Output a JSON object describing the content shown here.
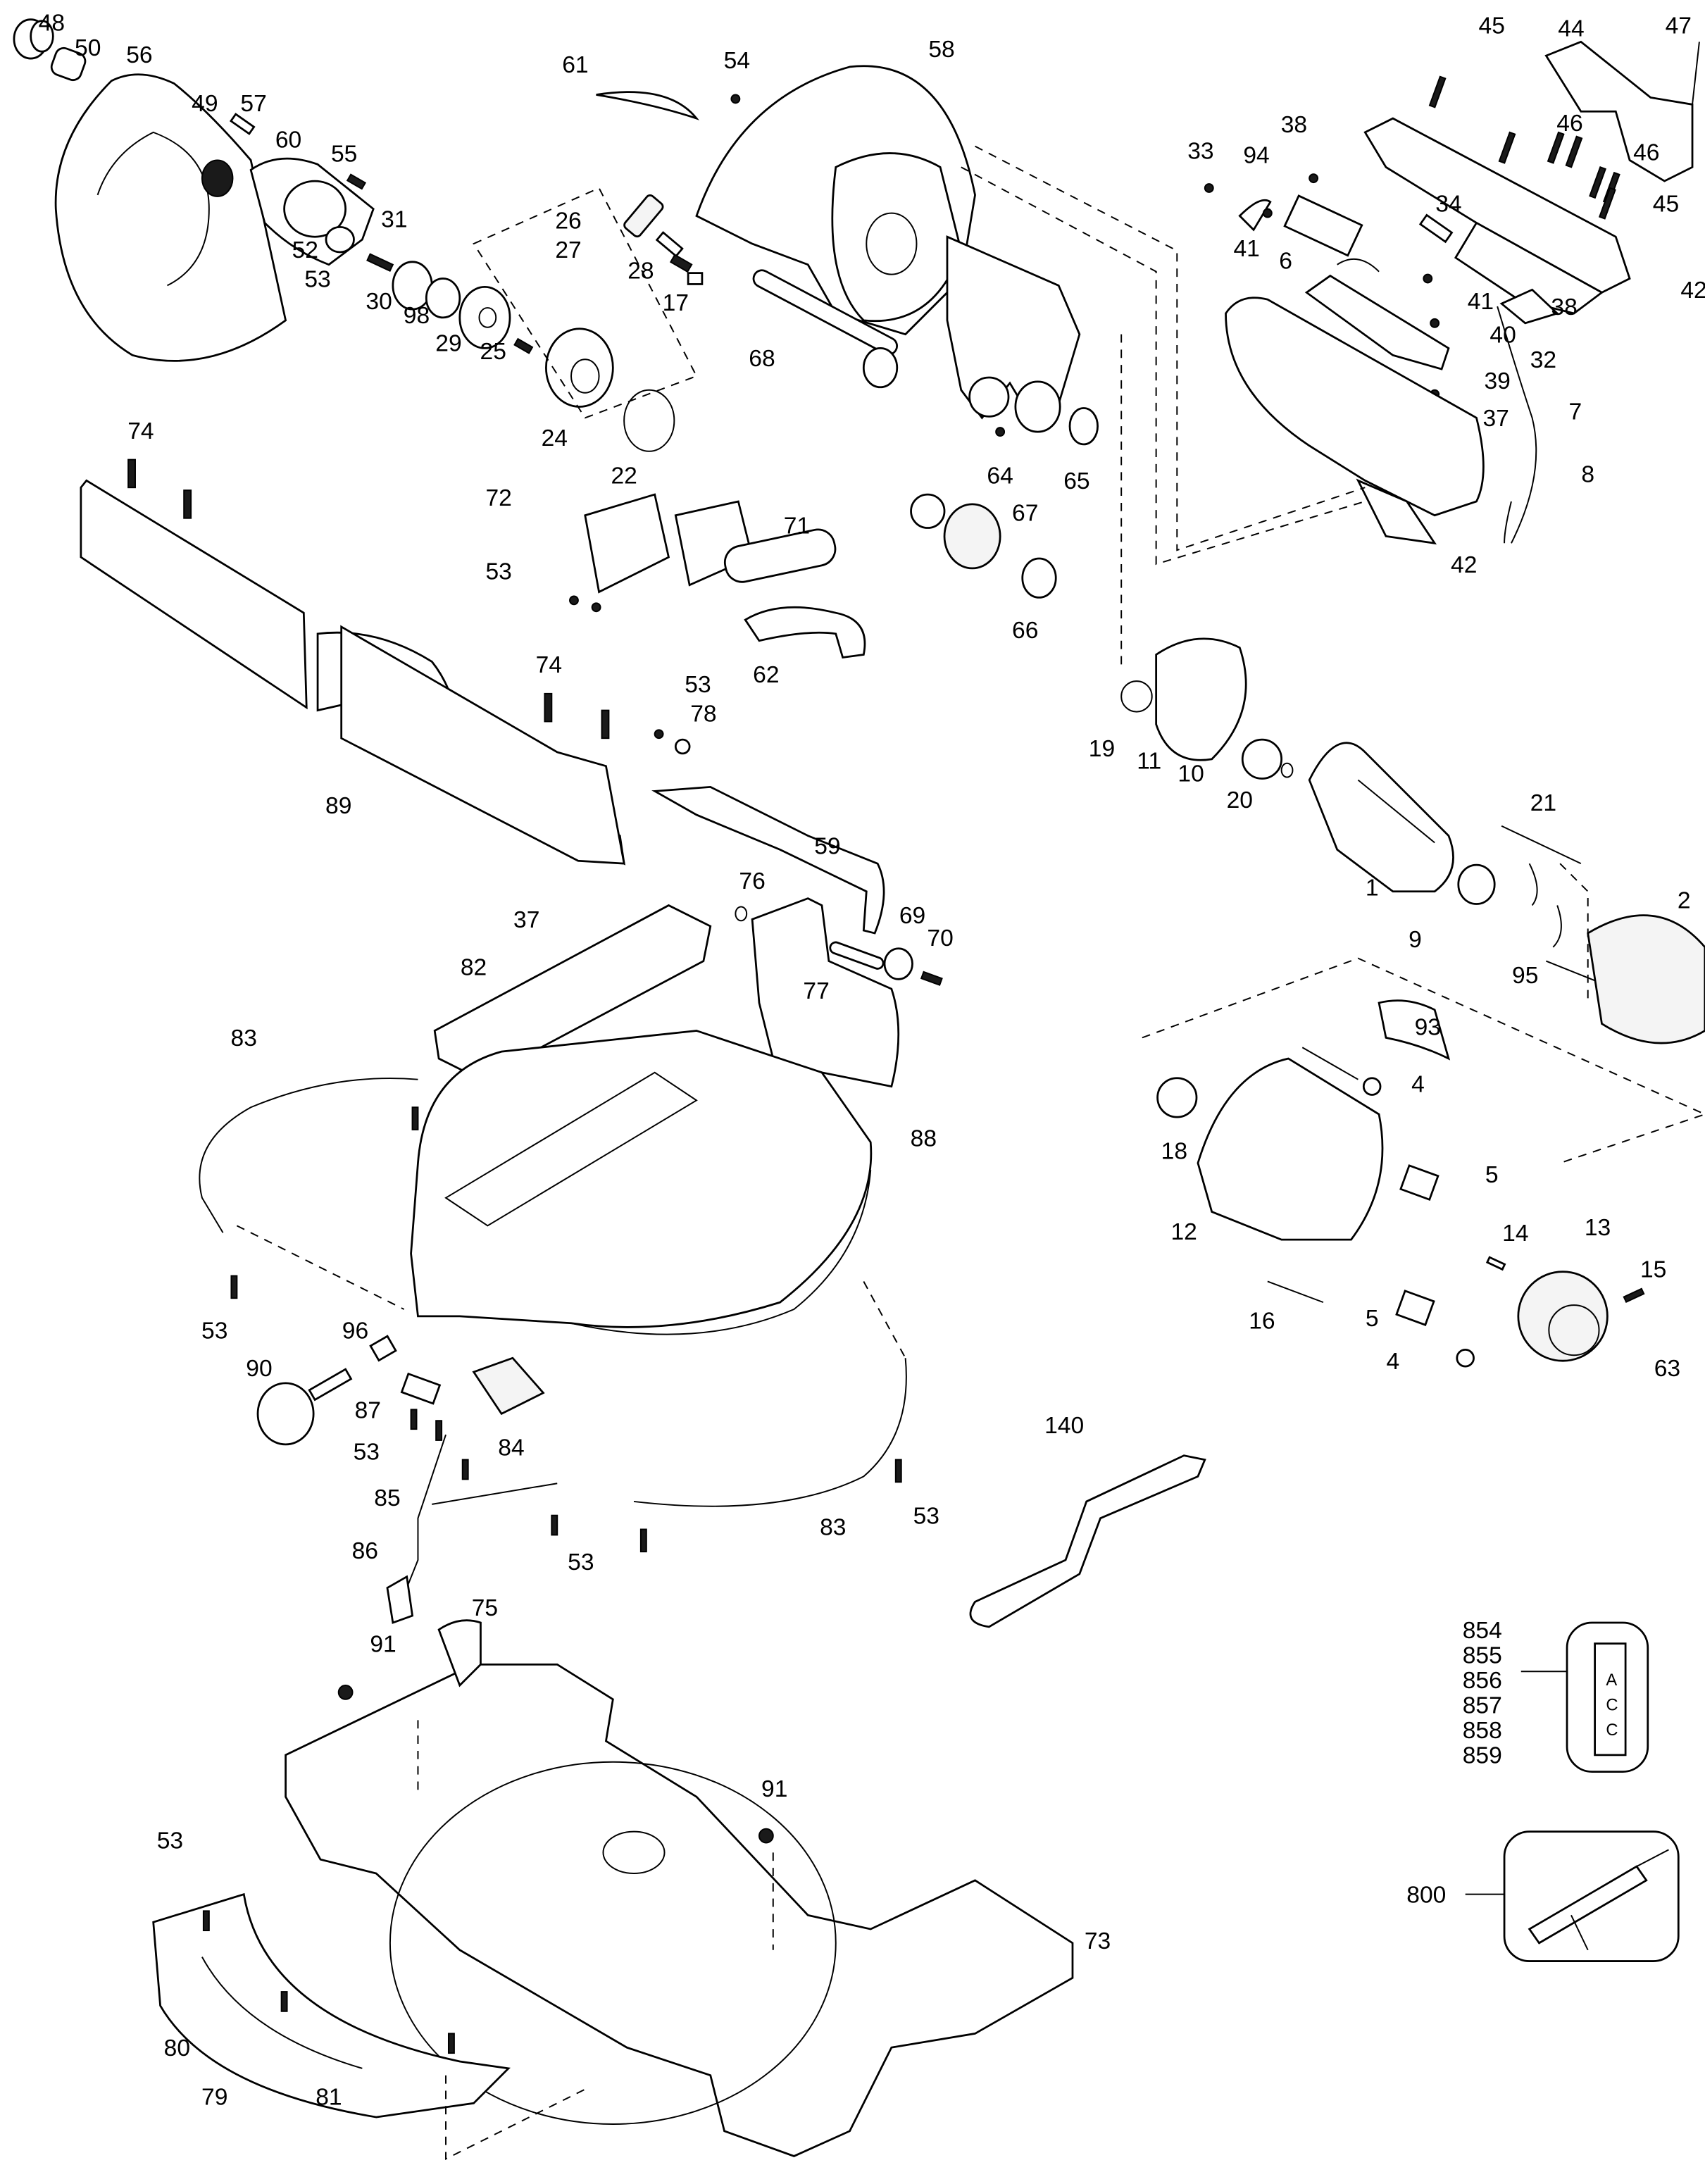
{
  "diagram": {
    "title": "Compound Miter Saw Exploded Parts Diagram",
    "type": "exploded-parts-view",
    "callouts": [
      {
        "id": "c48",
        "label": "48",
        "group": "lower-guard"
      },
      {
        "id": "c50",
        "label": "50",
        "group": "lower-guard"
      },
      {
        "id": "c56",
        "label": "56",
        "group": "lower-guard"
      },
      {
        "id": "c49",
        "label": "49",
        "group": "lower-guard"
      },
      {
        "id": "c57",
        "label": "57",
        "group": "lower-guard"
      },
      {
        "id": "c60",
        "label": "60",
        "group": "lower-guard"
      },
      {
        "id": "c55",
        "label": "55",
        "group": "lower-guard"
      },
      {
        "id": "c31",
        "label": "31",
        "group": "blade-clamp"
      },
      {
        "id": "c52",
        "label": "52",
        "group": "lower-guard"
      },
      {
        "id": "c53a",
        "label": "53",
        "group": "lower-guard"
      },
      {
        "id": "c30",
        "label": "30",
        "group": "blade-clamp"
      },
      {
        "id": "c98",
        "label": "98",
        "group": "blade-clamp"
      },
      {
        "id": "c29",
        "label": "29",
        "group": "blade-clamp"
      },
      {
        "id": "c25",
        "label": "25",
        "group": "gearbox"
      },
      {
        "id": "c24",
        "label": "24",
        "group": "gearbox"
      },
      {
        "id": "c22",
        "label": "22",
        "group": "gearbox"
      },
      {
        "id": "c61",
        "label": "61",
        "group": "upper-guard"
      },
      {
        "id": "c54",
        "label": "54",
        "group": "upper-guard"
      },
      {
        "id": "c58",
        "label": "58",
        "group": "upper-guard"
      },
      {
        "id": "c26",
        "label": "26",
        "group": "spindle-lock"
      },
      {
        "id": "c27",
        "label": "27",
        "group": "spindle-lock"
      },
      {
        "id": "c28",
        "label": "28",
        "group": "spindle-lock"
      },
      {
        "id": "c17",
        "label": "17",
        "group": "spindle-lock"
      },
      {
        "id": "c68",
        "label": "68",
        "group": "pivot"
      },
      {
        "id": "c64",
        "label": "64",
        "group": "pivot"
      },
      {
        "id": "c65",
        "label": "65",
        "group": "pivot"
      },
      {
        "id": "c67",
        "label": "67",
        "group": "pivot"
      },
      {
        "id": "c66",
        "label": "66",
        "group": "pivot"
      },
      {
        "id": "c71",
        "label": "71",
        "group": "dust"
      },
      {
        "id": "c62",
        "label": "62",
        "group": "dust"
      },
      {
        "id": "c72",
        "label": "72",
        "group": "dust"
      },
      {
        "id": "c53b",
        "label": "53",
        "group": "dust"
      },
      {
        "id": "c74a",
        "label": "74",
        "group": "fence"
      },
      {
        "id": "c74b",
        "label": "74",
        "group": "fence"
      },
      {
        "id": "c89",
        "label": "89",
        "group": "fence"
      },
      {
        "id": "c45a",
        "label": "45",
        "group": "handle"
      },
      {
        "id": "c44",
        "label": "44",
        "group": "handle"
      },
      {
        "id": "c47",
        "label": "47",
        "group": "handle"
      },
      {
        "id": "c46a",
        "label": "46",
        "group": "handle"
      },
      {
        "id": "c46b",
        "label": "46",
        "group": "handle"
      },
      {
        "id": "c45b",
        "label": "45",
        "group": "handle"
      },
      {
        "id": "c42a",
        "label": "42",
        "group": "handle"
      },
      {
        "id": "c38a",
        "label": "38",
        "group": "handle"
      },
      {
        "id": "c33",
        "label": "33",
        "group": "handle"
      },
      {
        "id": "c94",
        "label": "94",
        "group": "handle"
      },
      {
        "id": "c41a",
        "label": "41",
        "group": "handle"
      },
      {
        "id": "c6",
        "label": "6",
        "group": "handle"
      },
      {
        "id": "c34",
        "label": "34",
        "group": "handle"
      },
      {
        "id": "c41b",
        "label": "41",
        "group": "handle"
      },
      {
        "id": "c40",
        "label": "40",
        "group": "handle"
      },
      {
        "id": "c38b",
        "label": "38",
        "group": "handle"
      },
      {
        "id": "c32",
        "label": "32",
        "group": "handle"
      },
      {
        "id": "c39",
        "label": "39",
        "group": "handle"
      },
      {
        "id": "c37a",
        "label": "37",
        "group": "handle"
      },
      {
        "id": "c7",
        "label": "7",
        "group": "cord"
      },
      {
        "id": "c8",
        "label": "8",
        "group": "cord"
      },
      {
        "id": "c42b",
        "label": "42",
        "group": "handle"
      },
      {
        "id": "c19",
        "label": "19",
        "group": "motor"
      },
      {
        "id": "c11",
        "label": "11",
        "group": "motor"
      },
      {
        "id": "c10",
        "label": "10",
        "group": "motor"
      },
      {
        "id": "c20",
        "label": "20",
        "group": "motor"
      },
      {
        "id": "c1",
        "label": "1",
        "group": "motor"
      },
      {
        "id": "c9",
        "label": "9",
        "group": "motor"
      },
      {
        "id": "c21",
        "label": "21",
        "group": "motor"
      },
      {
        "id": "c95",
        "label": "95",
        "group": "motor"
      },
      {
        "id": "c2",
        "label": "2",
        "group": "motor"
      },
      {
        "id": "c93",
        "label": "93",
        "group": "motor"
      },
      {
        "id": "c18",
        "label": "18",
        "group": "motor"
      },
      {
        "id": "c4a",
        "label": "4",
        "group": "motor"
      },
      {
        "id": "c5a",
        "label": "5",
        "group": "motor"
      },
      {
        "id": "c12",
        "label": "12",
        "group": "motor"
      },
      {
        "id": "c14",
        "label": "14",
        "group": "motor"
      },
      {
        "id": "c13",
        "label": "13",
        "group": "motor"
      },
      {
        "id": "c15",
        "label": "15",
        "group": "motor"
      },
      {
        "id": "c16",
        "label": "16",
        "group": "motor"
      },
      {
        "id": "c5b",
        "label": "5",
        "group": "motor"
      },
      {
        "id": "c4b",
        "label": "4",
        "group": "motor"
      },
      {
        "id": "c63",
        "label": "63",
        "group": "motor"
      },
      {
        "id": "c53c",
        "label": "53",
        "group": "arm"
      },
      {
        "id": "c78",
        "label": "78",
        "group": "arm"
      },
      {
        "id": "c59",
        "label": "59",
        "group": "arm"
      },
      {
        "id": "c76",
        "label": "76",
        "group": "arm"
      },
      {
        "id": "c69",
        "label": "69",
        "group": "arm"
      },
      {
        "id": "c70",
        "label": "70",
        "group": "arm"
      },
      {
        "id": "c37b",
        "label": "37",
        "group": "table"
      },
      {
        "id": "c82",
        "label": "82",
        "group": "table"
      },
      {
        "id": "c77",
        "label": "77",
        "group": "arm"
      },
      {
        "id": "c83a",
        "label": "83",
        "group": "table"
      },
      {
        "id": "c88",
        "label": "88",
        "group": "table"
      },
      {
        "id": "c53d",
        "label": "53",
        "group": "table"
      },
      {
        "id": "c96",
        "label": "96",
        "group": "table"
      },
      {
        "id": "c90",
        "label": "90",
        "group": "table"
      },
      {
        "id": "c87",
        "label": "87",
        "group": "table"
      },
      {
        "id": "c53e",
        "label": "53",
        "group": "table"
      },
      {
        "id": "c84",
        "label": "84",
        "group": "table"
      },
      {
        "id": "c85",
        "label": "85",
        "group": "table"
      },
      {
        "id": "c86",
        "label": "86",
        "group": "table"
      },
      {
        "id": "c53f",
        "label": "53",
        "group": "table"
      },
      {
        "id": "c83b",
        "label": "83",
        "group": "table"
      },
      {
        "id": "c53g",
        "label": "53",
        "group": "table"
      },
      {
        "id": "c140",
        "label": "140",
        "group": "accessory"
      },
      {
        "id": "c75",
        "label": "75",
        "group": "base"
      },
      {
        "id": "c91a",
        "label": "91",
        "group": "base"
      },
      {
        "id": "c91b",
        "label": "91",
        "group": "base"
      },
      {
        "id": "c53h",
        "label": "53",
        "group": "base"
      },
      {
        "id": "c73",
        "label": "73",
        "group": "base"
      },
      {
        "id": "c80",
        "label": "80",
        "group": "base"
      },
      {
        "id": "c79",
        "label": "79",
        "group": "base"
      },
      {
        "id": "c81",
        "label": "81",
        "group": "base"
      },
      {
        "id": "c800",
        "label": "800",
        "group": "accessory"
      }
    ],
    "label_inset": {
      "part_numbers": [
        "854",
        "855",
        "856",
        "857",
        "858",
        "859"
      ],
      "tag_letters": [
        "A",
        "C",
        "C"
      ]
    }
  }
}
